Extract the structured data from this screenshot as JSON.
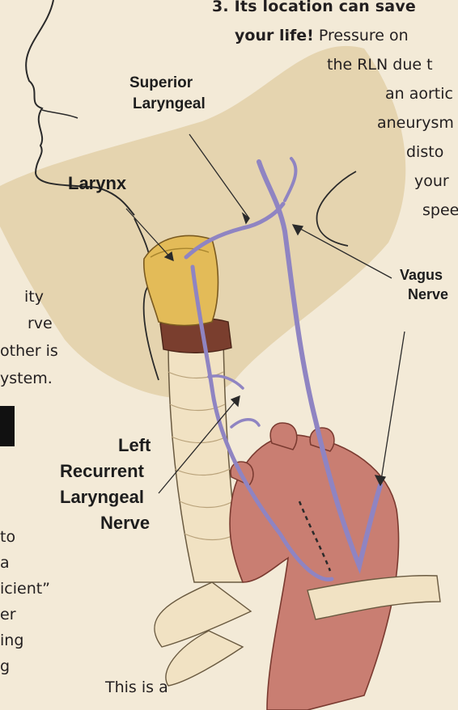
{
  "colors": {
    "paper": "#f3ead7",
    "skin": "#d9c18e",
    "nerve": "#8f84c2",
    "larynx": "#e3bb58",
    "cartilage": "#7a3e2e",
    "trachea": "#f1e2c3",
    "aorta": "#c97e72",
    "ink": "#2a2a2a"
  },
  "labels": {
    "superior_laryngeal": [
      "Superior",
      "Laryngeal"
    ],
    "larynx": "Larynx",
    "vagus_nerve": [
      "Vagus",
      "Nerve"
    ],
    "left_recurrent_laryngeal_nerve": [
      "Left",
      "Recurrent",
      "Laryngeal",
      "Nerve"
    ]
  },
  "sidebar_right": {
    "heading": "3. Its location can save",
    "bold_lead": "your life!",
    "rest_first": " Pressure on",
    "lines": [
      "the RLN due t",
      "an aortic",
      "aneurysm",
      "disto",
      "your",
      "spee"
    ]
  },
  "left_fragments": {
    "a": [
      "ity",
      "rve",
      "other is",
      "ystem."
    ],
    "b": [
      "to",
      " a",
      "icient”",
      "er",
      "ing",
      "g"
    ]
  },
  "bottom_text": [
    "This is a"
  ]
}
